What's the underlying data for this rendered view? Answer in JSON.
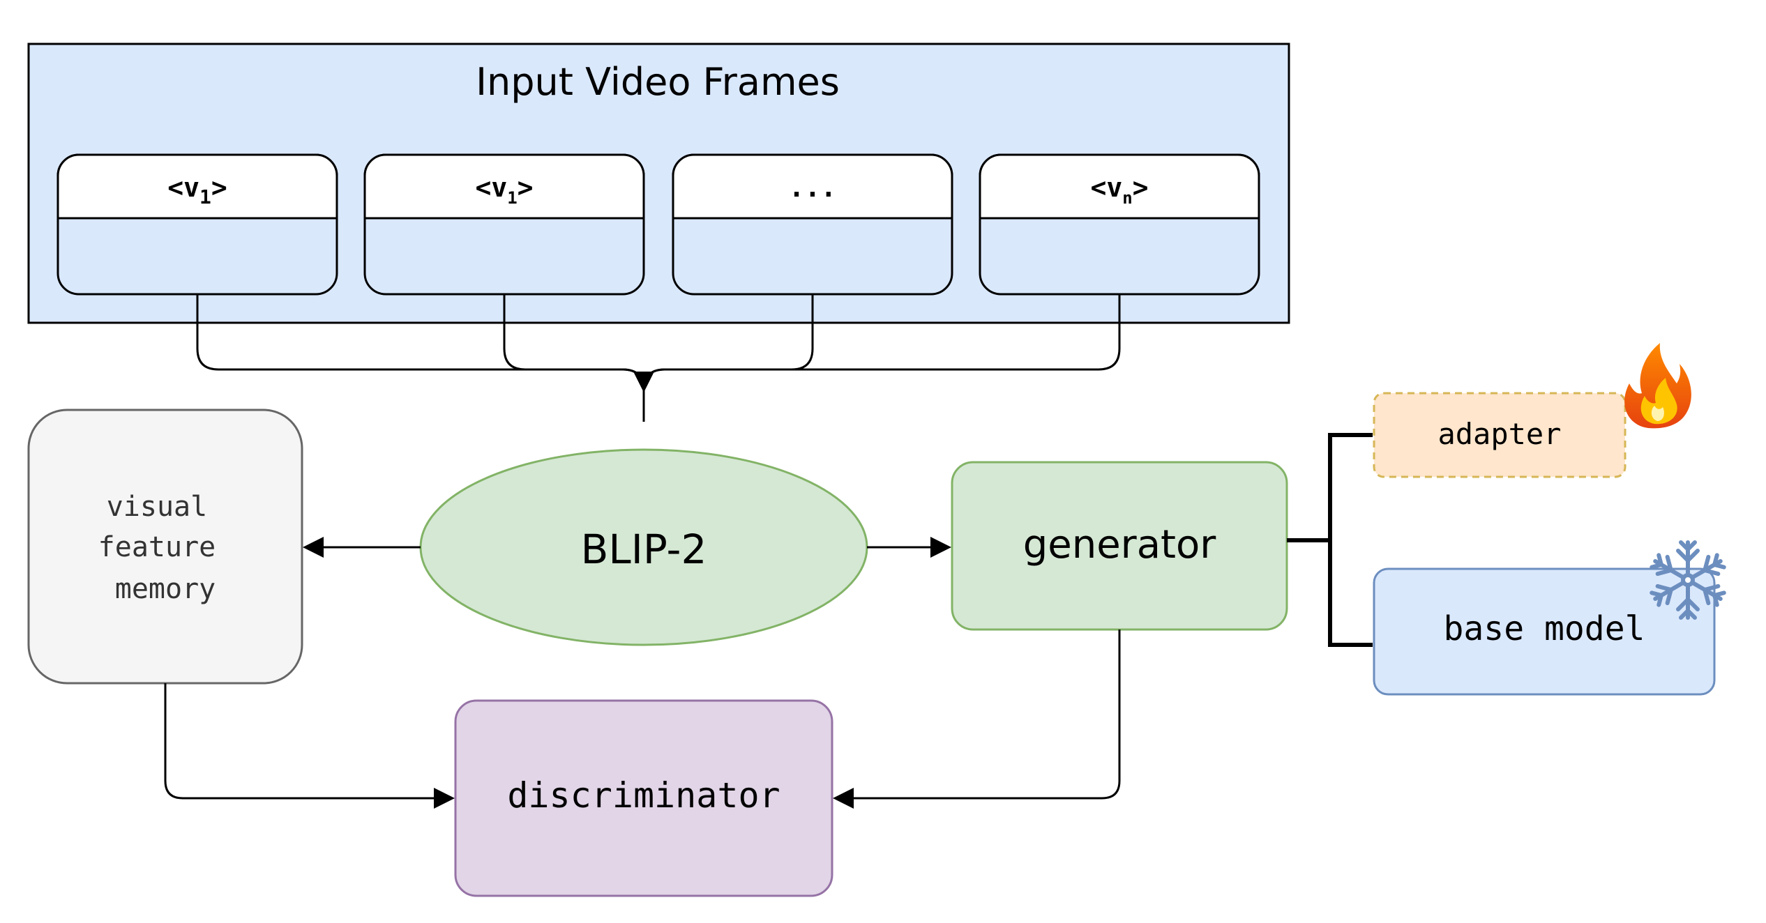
{
  "title": "Input Video Frames",
  "frames": [
    {
      "prefix": "<v",
      "sub": "1",
      "suffix": ">"
    },
    {
      "prefix": "<v",
      "sub": "1",
      "suffix": ">"
    },
    {
      "prefix": "...",
      "sub": "",
      "suffix": ""
    },
    {
      "prefix": "<v",
      "sub": "n",
      "suffix": ">"
    }
  ],
  "nodes": {
    "blip2": "BLIP-2",
    "memory": [
      "visual",
      "feature",
      "memory"
    ],
    "generator": "generator",
    "discriminator": "discriminator",
    "adapter": "adapter",
    "base_model": "base model"
  },
  "icons": {
    "adapter": "fire-icon",
    "base_model": "snowflake-icon"
  },
  "colors": {
    "input_fill": "#dae8fc",
    "memory_fill": "#f5f5f5",
    "blip_fill": "#d5e8d4",
    "blip_stroke": "#82b366",
    "discriminator_fill": "#e1d5e7",
    "discriminator_stroke": "#9673a6",
    "adapter_fill": "#ffe6cc",
    "adapter_stroke": "#d6b656",
    "base_stroke": "#6c8ebf"
  }
}
